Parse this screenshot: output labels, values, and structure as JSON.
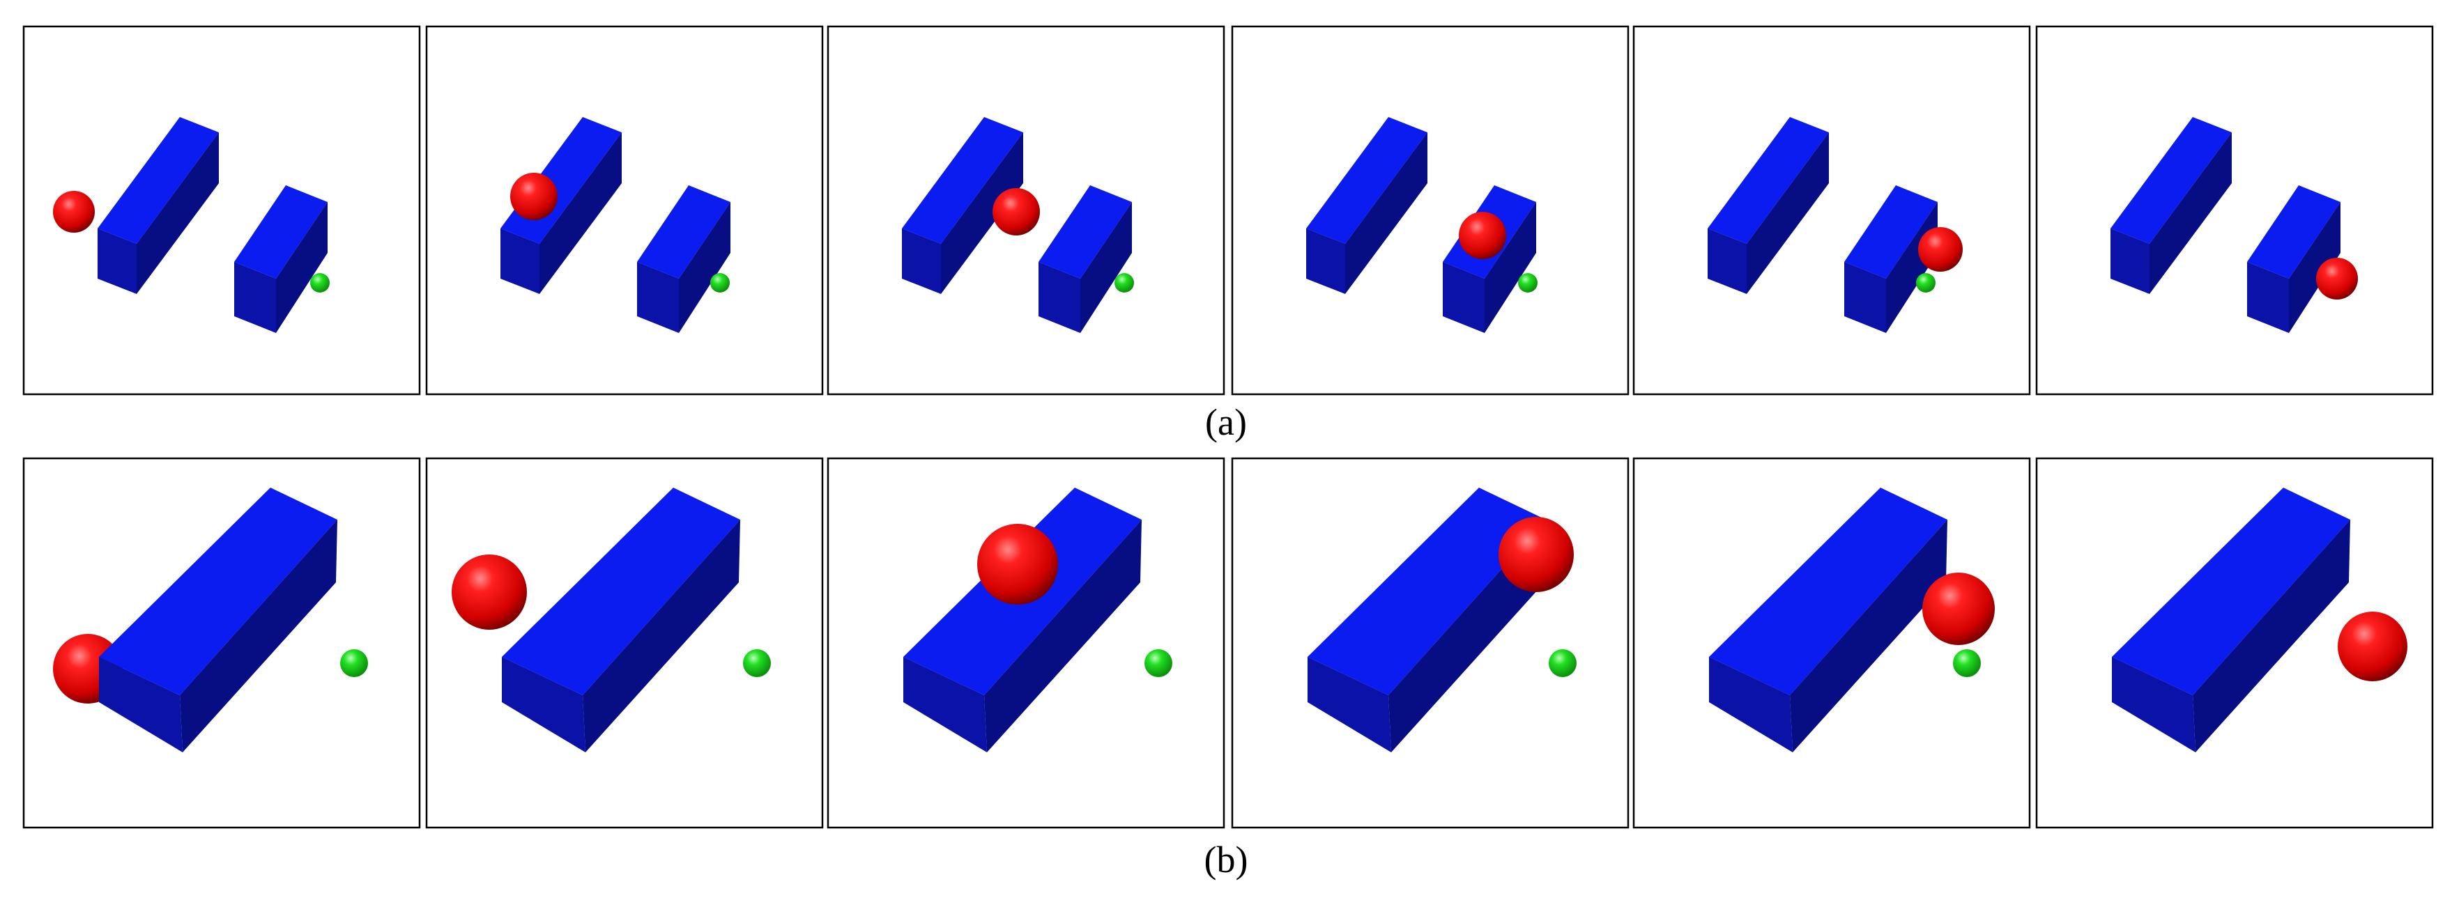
{
  "colors": {
    "background": "#ffffff",
    "frame_border": "#000000",
    "box_top": "#0a1cf0",
    "box_front": "#0b12a8",
    "box_side": "#070d82",
    "ball_red": "#e00000",
    "goal_green": "#12d012"
  },
  "rows": [
    {
      "caption": "(a)",
      "frames": 6,
      "scene": "two-blocks"
    },
    {
      "caption": "(b)",
      "frames": 6,
      "scene": "one-long-block"
    }
  ]
}
